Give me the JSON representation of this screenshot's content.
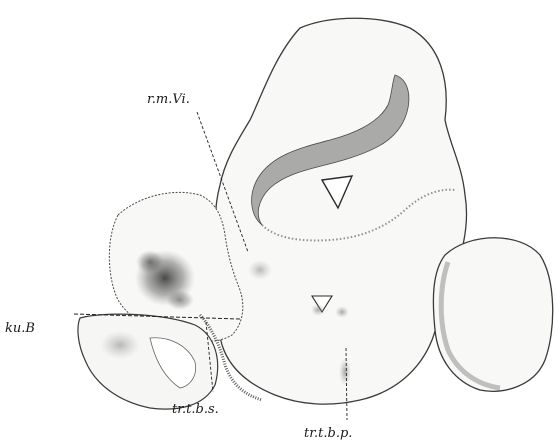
{
  "labels": {
    "rmvi": "r.m.Vi.",
    "kub": "ku.B",
    "trtbs": "tr.t.b.s.",
    "trtbp": "tr.t.b.p."
  },
  "colors": {
    "outline": "#3a3a3a",
    "fill": "#f7f7f5",
    "stipple": "#555555",
    "leader": "#222222"
  }
}
